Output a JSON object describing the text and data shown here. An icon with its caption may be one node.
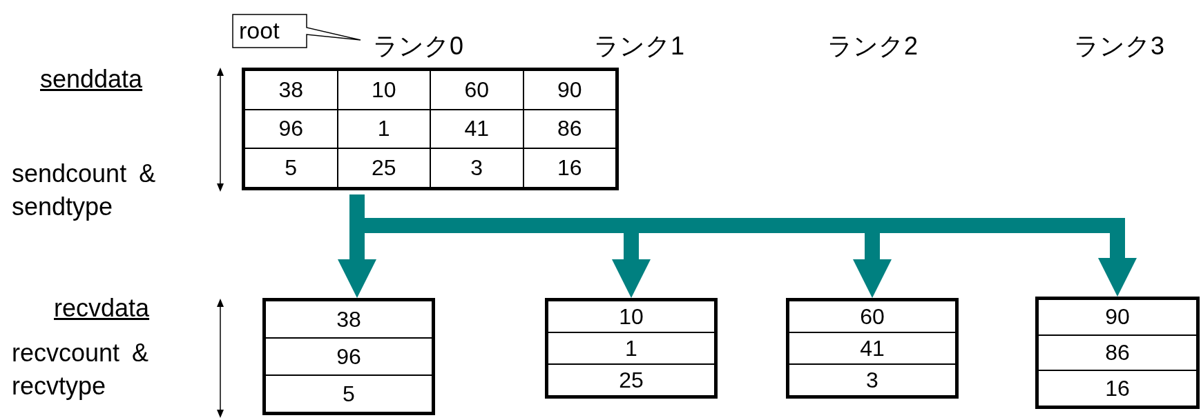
{
  "diagram": {
    "nodes": [
      {
        "text": [
          "root"
        ]
      },
      {
        "text": [
          "38",
          "10",
          "60",
          "90",
          "96",
          "1",
          "41",
          "86",
          "5",
          "25",
          "3",
          "16"
        ]
      },
      {
        "text": [
          "38",
          "96",
          "5"
        ]
      },
      {
        "text": [
          "10",
          "1",
          "25"
        ]
      },
      {
        "text": [
          "60",
          "41",
          "3"
        ]
      },
      {
        "text": [
          "90",
          "86",
          "16"
        ]
      }
    ],
    "edges": [
      {
        "from": 1,
        "to": 2,
        "arrow": "to"
      },
      {
        "from": 1,
        "to": 3,
        "arrow": "to"
      },
      {
        "from": 1,
        "to": 4,
        "arrow": "to"
      },
      {
        "from": 1,
        "to": 5,
        "arrow": "to"
      }
    ],
    "labels": [
      "ランク0",
      "ランク1",
      "ランク2",
      "ランク3",
      "senddata",
      "sendcount & sendtype",
      "recvdata",
      "recvcount & recvtype"
    ]
  }
}
